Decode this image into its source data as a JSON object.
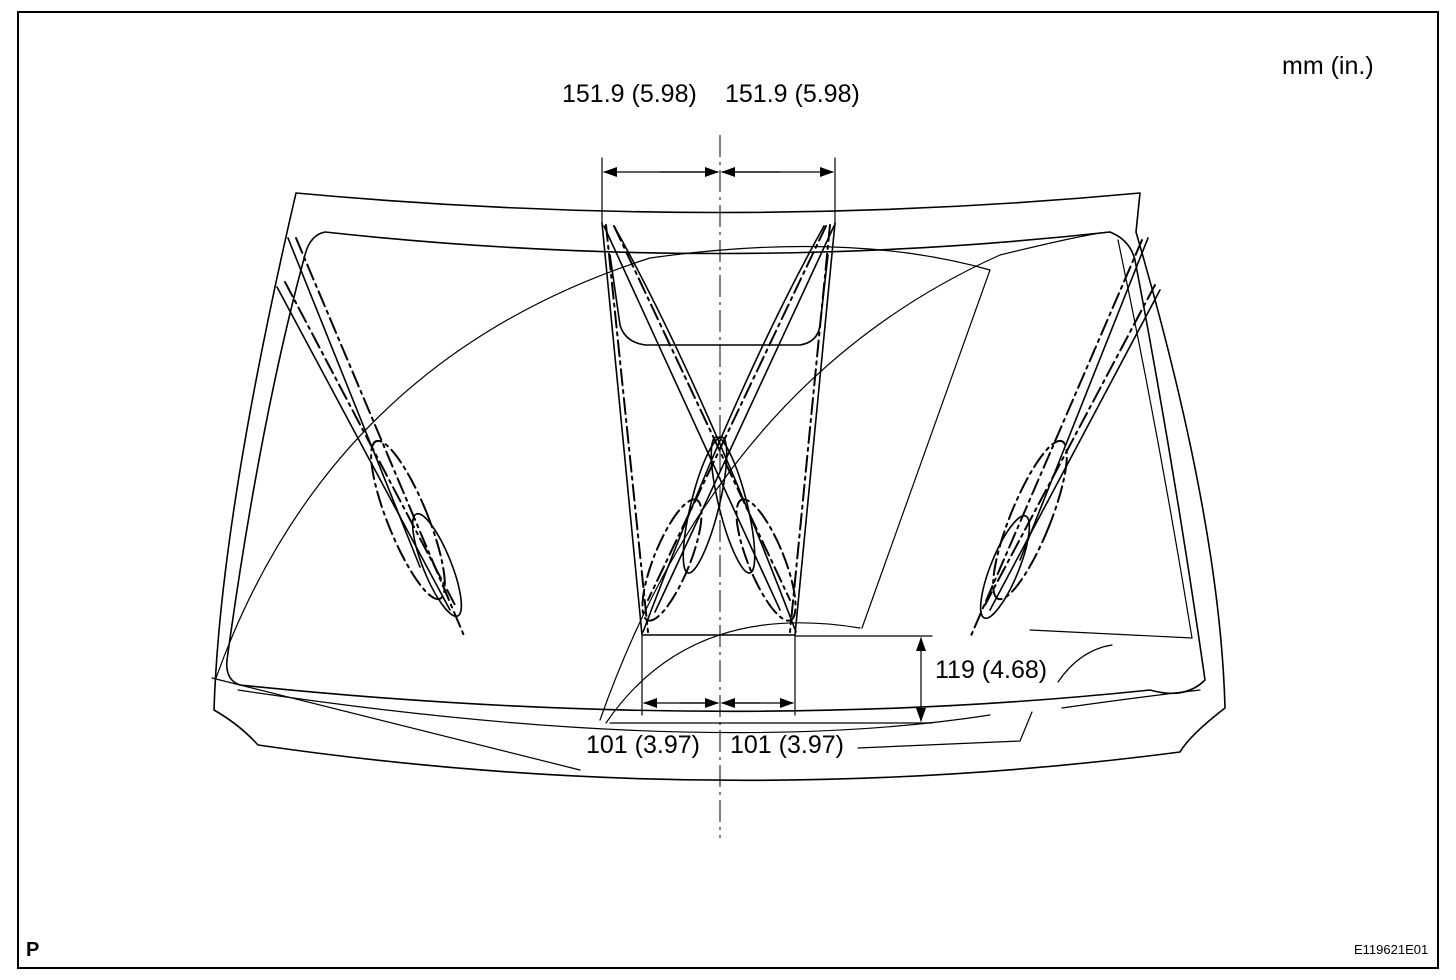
{
  "units": "mm (in.)",
  "dimensions": {
    "top_left": "151.9 (5.98)",
    "top_right": "151.9 (5.98)",
    "bottom_left": "101 (3.97)",
    "bottom_right": "101 (3.97)",
    "vertical": "119 (4.68)"
  },
  "corner_mark": "P",
  "figure_code": "E119621E01"
}
